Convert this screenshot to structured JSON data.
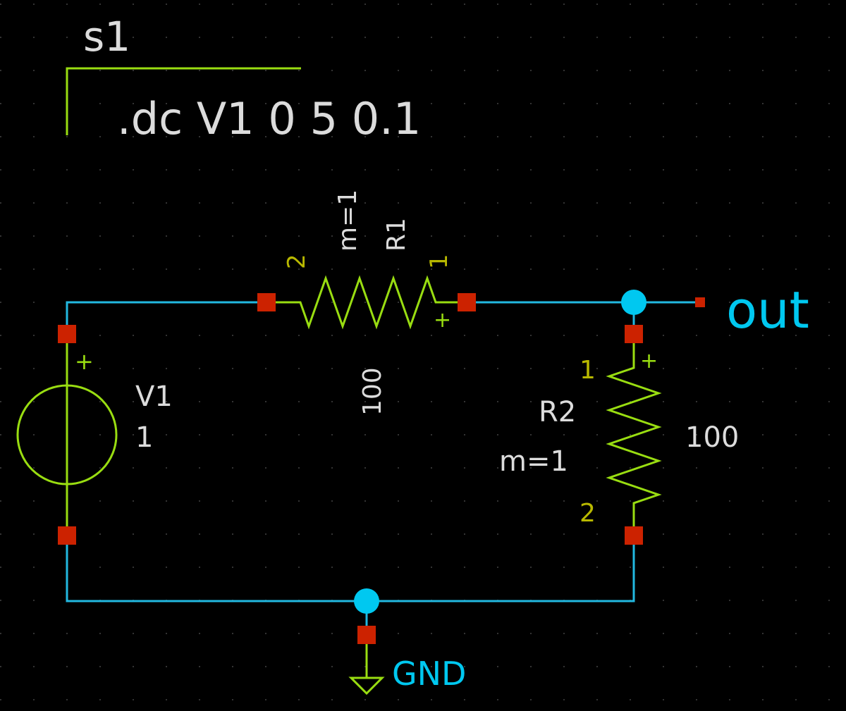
{
  "colors": {
    "background": "#000000",
    "wire": "#22b8e0",
    "symbol": "#99dd11",
    "pin_square": "#cc2200",
    "label": "#dcdcdc",
    "pin_number": "#b8b800",
    "net_label": "#00c8f0",
    "grid_dot": "#333333"
  },
  "title": "s1",
  "directive": ".dc V1 0 5 0.1",
  "components": {
    "R1": {
      "name": "R1",
      "value": "100",
      "multiplier": "m=1",
      "pin_a": "2",
      "pin_b": "1",
      "polarity": "+"
    },
    "R2": {
      "name": "R2",
      "value": "100",
      "multiplier": "m=1",
      "pin_a": "1",
      "pin_b": "2",
      "polarity": "+"
    },
    "V1": {
      "name": "V1",
      "value": "1",
      "polarity": "+"
    }
  },
  "nets": {
    "out": "out",
    "ground": "GND"
  }
}
